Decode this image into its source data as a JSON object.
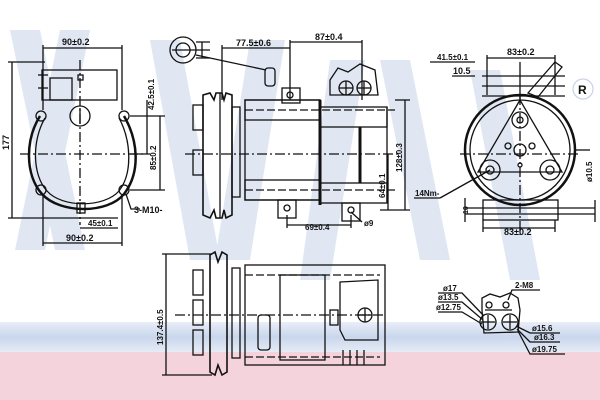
{
  "drawing": {
    "subject": "AC compressor technical drawing",
    "watermark_colors": {
      "blue": "#c9d6ec",
      "pink": "#f4d3dc",
      "letters": "#d8e1f1"
    },
    "line_color": "#111111"
  },
  "front_view": {
    "dim_top_width": "90±0.2",
    "dim_height": "177",
    "dim_mount_top": "42.5±0.1",
    "dim_mount_vertical": "85±0.2",
    "dim_bottom_offset": "45±0.1",
    "dim_bottom_width": "90±0.2",
    "thread_label": "3-M10-"
  },
  "side_view": {
    "dim_clutch_to_port": "77.5±0.6",
    "dim_port_spacing": "87±0.4",
    "dim_height": "128±0.3",
    "dim_center_height": "64±0.1",
    "dim_mount_spacing": "69±0.4",
    "dim_hole": "ø9"
  },
  "rear_view": {
    "dim_offset": "41.5±0.1",
    "dim_small": "10.5",
    "dim_top_width": "83±0.2",
    "dim_bottom_width": "83±0.2",
    "dim_bore": "ø10.5",
    "dim_left_small": "10",
    "thread_label": "14Nm-"
  },
  "bottom_view": {
    "dim_pulley_height": "137.4±0.5"
  },
  "port_detail": {
    "labels_left": [
      "ø17",
      "ø13.5",
      "ø12.75"
    ],
    "label_top_right": "2-M8",
    "labels_right": [
      "ø15.6",
      "ø16.3",
      "ø19.75"
    ]
  }
}
